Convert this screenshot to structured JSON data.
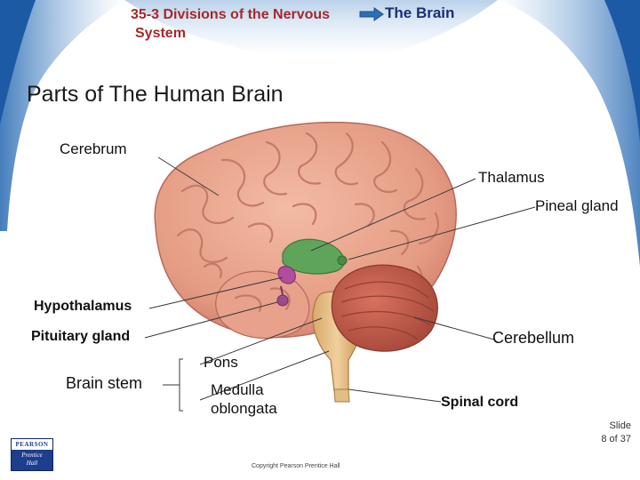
{
  "header": {
    "section_line1": "35-3 Divisions of the Nervous",
    "section_line2": "System",
    "topic": "The Brain"
  },
  "title": "Parts of The Human Brain",
  "labels": {
    "cerebrum": "Cerebrum",
    "thalamus": "Thalamus",
    "pineal_gland": "Pineal gland",
    "hypothalamus": "Hypothalamus",
    "pituitary_gland": "Pituitary gland",
    "cerebellum": "Cerebellum",
    "pons": "Pons",
    "brain_stem": "Brain stem",
    "medulla_line1": "Medulla",
    "medulla_line2": "oblongata",
    "spinal_cord": "Spinal cord"
  },
  "footer": {
    "slide_line1": "Slide",
    "slide_line2": "8 of 37",
    "copyright": "Copyright Pearson Prentice Hall"
  },
  "logo": {
    "top": "PEARSON",
    "bottom_line1": "Prentice",
    "bottom_line2": "Hall"
  },
  "colors": {
    "section_title": "#a6282a",
    "topic": "#1c2f73",
    "arrow": "#2c6fb8",
    "background_wave": "#1f6fc0",
    "brain_surface": "#e9a48d",
    "cerebellum": "#c7584b",
    "brain_stem": "#e6c18a",
    "thalamus": "#5fa45b",
    "hypothalamus": "#b14e9c"
  }
}
